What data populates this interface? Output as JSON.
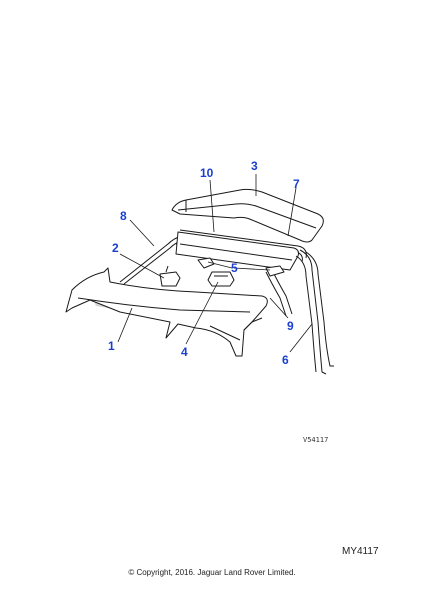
{
  "callouts": {
    "c1": "1",
    "c2": "2",
    "c3": "3",
    "c4": "4",
    "c5": "5",
    "c6": "6",
    "c7": "7",
    "c8": "8",
    "c9": "9",
    "c10": "10"
  },
  "drawing_ref": "V54117",
  "footer": {
    "code": "MY4117",
    "copyright": "© Copyright, 2016. Jaguar Land Rover Limited."
  },
  "colors": {
    "callout": "#1a3fd0",
    "line": "#1a1a1a",
    "shade": "#d6d6d6"
  }
}
